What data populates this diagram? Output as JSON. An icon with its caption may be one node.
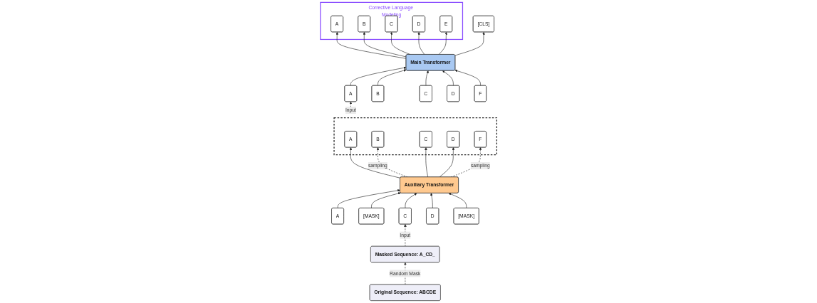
{
  "diagram": {
    "nodes": [
      {
        "text": [],
        "shape": "box"
      },
      {
        "text": [
          "A"
        ],
        "in": 0
      },
      {
        "text": [
          "B"
        ],
        "in": 0
      },
      {
        "text": [
          "C"
        ],
        "in": 0
      },
      {
        "text": [
          "D"
        ],
        "in": 0
      },
      {
        "text": [
          "F"
        ],
        "in": 0
      },
      {
        "text": [
          "Auxiliary Transformer"
        ]
      },
      {
        "text": [
          "A"
        ]
      },
      {
        "text": [
          "[MASK]"
        ]
      },
      {
        "text": [
          "C"
        ]
      },
      {
        "text": [
          "D"
        ]
      },
      {
        "text": [
          "[MASK]"
        ]
      },
      {
        "text": [
          "Masked Sequence: A_CD_"
        ]
      },
      {
        "text": [
          "[CLS]"
        ]
      },
      {
        "text": [
          "Corrective Language Modeling"
        ]
      },
      {
        "text": [
          "A"
        ],
        "in": 14
      },
      {
        "text": [
          "B"
        ],
        "in": 14
      },
      {
        "text": [
          "C"
        ],
        "in": 14
      },
      {
        "text": [
          "D"
        ],
        "in": 14
      },
      {
        "text": [
          "E"
        ],
        "in": 14
      },
      {
        "text": [
          "Main Transformer"
        ]
      },
      {
        "text": [
          "A"
        ]
      },
      {
        "text": [
          "B"
        ]
      },
      {
        "text": [
          "C"
        ]
      },
      {
        "text": [
          "D"
        ]
      },
      {
        "text": [
          "F"
        ]
      },
      {
        "text": [
          "Original Sequence: ABCDE"
        ]
      }
    ],
    "edges": [
      {
        "from": 6,
        "to": 1,
        "arrow": "to"
      },
      {
        "from": 6,
        "to": 2,
        "arrow": "to",
        "style": "dashed",
        "label": "sampling"
      },
      {
        "from": 6,
        "to": 3,
        "arrow": "to"
      },
      {
        "from": 6,
        "to": 4,
        "arrow": "to"
      },
      {
        "from": 6,
        "to": 5,
        "arrow": "to",
        "style": "dashed",
        "label": "sampling"
      },
      {
        "from": 7,
        "to": 6,
        "arrow": "to"
      },
      {
        "from": 8,
        "to": 6,
        "arrow": "to"
      },
      {
        "from": 9,
        "to": 6,
        "arrow": "to"
      },
      {
        "from": 10,
        "to": 6,
        "arrow": "to"
      },
      {
        "from": 11,
        "to": 6,
        "arrow": "to"
      },
      {
        "from": 12,
        "to": 9,
        "arrow": "to",
        "style": "dashed",
        "label": "Input"
      },
      {
        "from": 26,
        "to": 12,
        "arrow": "to",
        "style": "dashed",
        "label": "Random Mask"
      },
      {
        "from": 0,
        "to": 21,
        "arrow": "to",
        "style": "dashed",
        "label": "Input"
      },
      {
        "from": 21,
        "to": 20,
        "arrow": "to"
      },
      {
        "from": 22,
        "to": 20,
        "arrow": "to"
      },
      {
        "from": 23,
        "to": 20,
        "arrow": "to"
      },
      {
        "from": 24,
        "to": 20,
        "arrow": "to"
      },
      {
        "from": 25,
        "to": 20,
        "arrow": "to"
      },
      {
        "from": 20,
        "to": 13,
        "arrow": "to"
      },
      {
        "from": 20,
        "to": 15,
        "arrow": "to"
      },
      {
        "from": 20,
        "to": 16,
        "arrow": "to"
      },
      {
        "from": 20,
        "to": 17,
        "arrow": "to"
      },
      {
        "from": 20,
        "to": 18,
        "arrow": "to"
      },
      {
        "from": 20,
        "to": 19,
        "arrow": "to"
      }
    ]
  }
}
